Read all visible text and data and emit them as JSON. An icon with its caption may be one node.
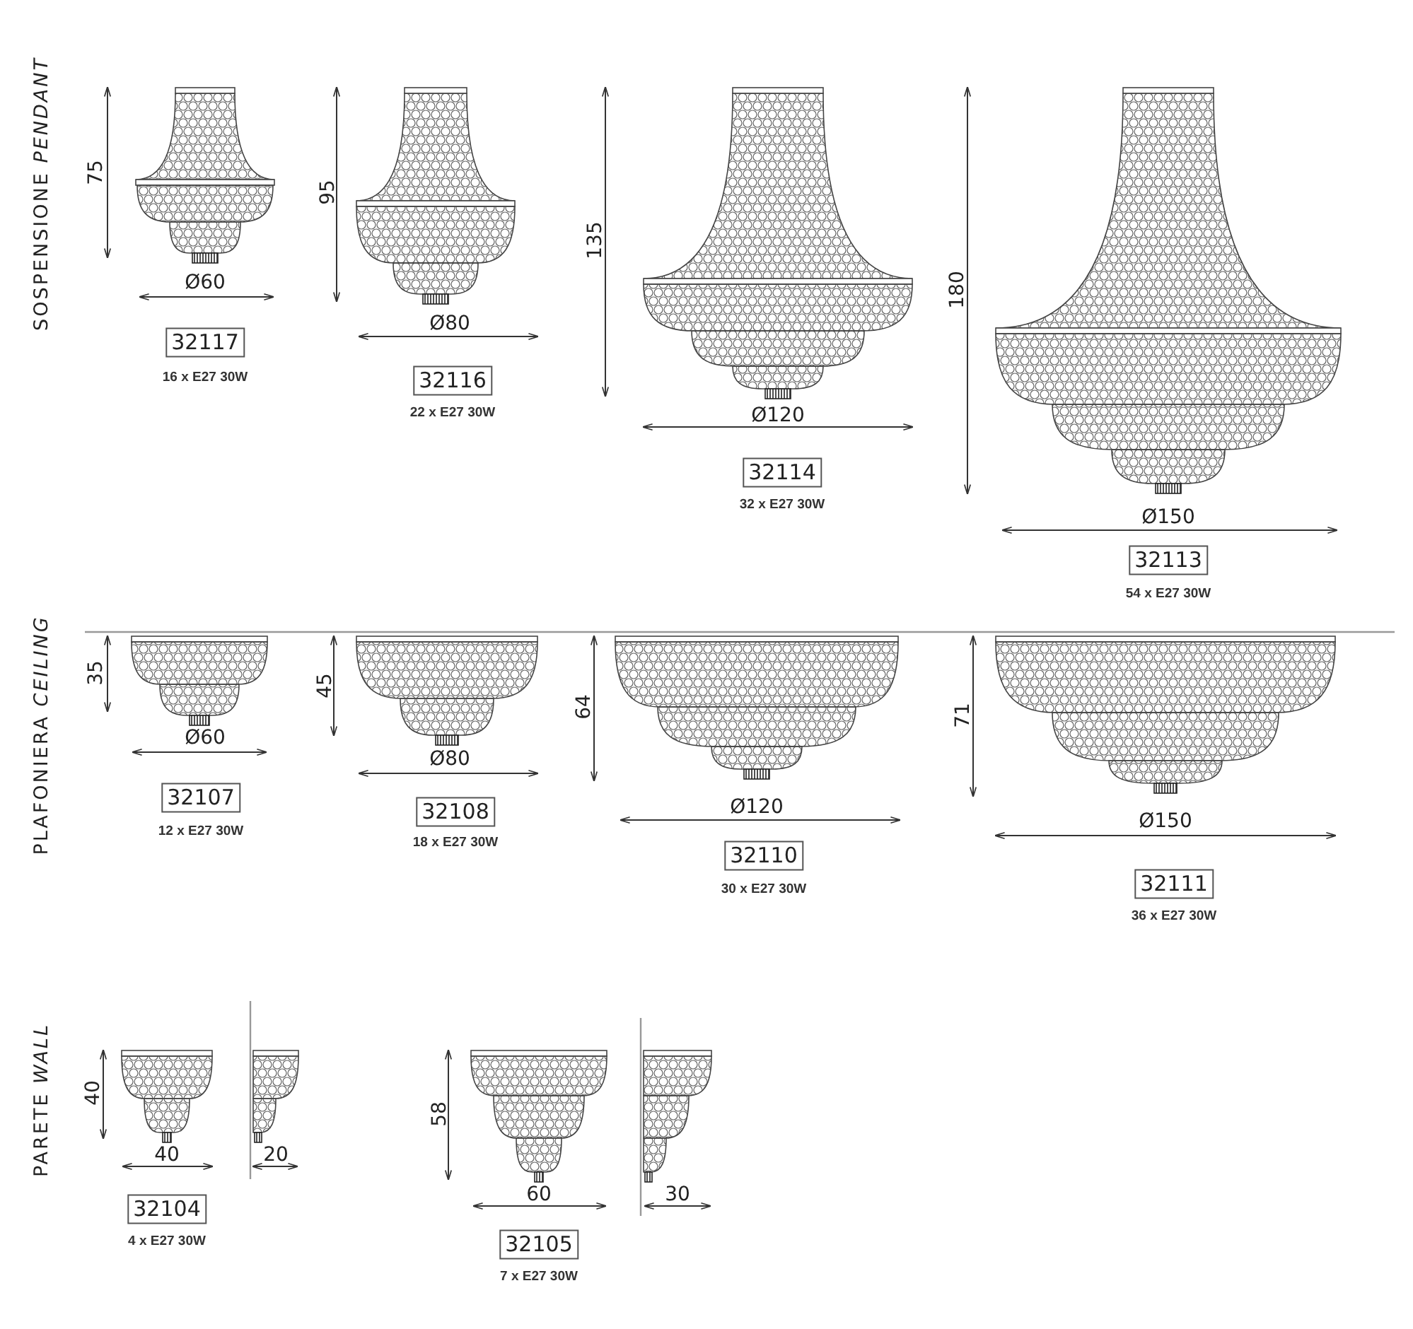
{
  "diagram": {
    "nodes": [
      {
        "text": [
          "32117"
        ],
        "beside": [
          "16 x E27 30W"
        ]
      },
      {
        "text": [
          "32116"
        ],
        "beside": [
          "22 x E27 30W"
        ]
      },
      {
        "text": [
          "32114"
        ],
        "beside": [
          "32 x E27 30W"
        ]
      },
      {
        "text": [
          "32113"
        ],
        "beside": [
          "54 x E27 30W"
        ]
      },
      {
        "text": [
          "32107"
        ],
        "beside": [
          "12 x E27 30W"
        ]
      },
      {
        "text": [
          "32108"
        ],
        "beside": [
          "18 x E27 30W"
        ]
      },
      {
        "text": [
          "32110"
        ],
        "beside": [
          "30 x E27 30W"
        ]
      },
      {
        "text": [
          "32111"
        ],
        "beside": [
          "36 x E27 30W"
        ]
      },
      {
        "text": [
          "32104"
        ],
        "beside": [
          "4 x E27 30W"
        ]
      },
      {
        "text": [
          "32105"
        ],
        "beside": [
          "7 x E27 30W"
        ]
      }
    ],
    "labels": [
      "SOSPENSIONE *PENDANT*",
      "75",
      "Ø60",
      "95",
      "Ø80",
      "135",
      "Ø120",
      "180",
      "Ø150",
      "PLAFONIERA *CEILING*",
      "35",
      "Ø60",
      "45",
      "Ø80",
      "64",
      "Ø120",
      "71",
      "Ø150",
      "PARETE *WALL*",
      "40",
      "40",
      "20",
      "58",
      "60",
      "30"
    ]
  }
}
